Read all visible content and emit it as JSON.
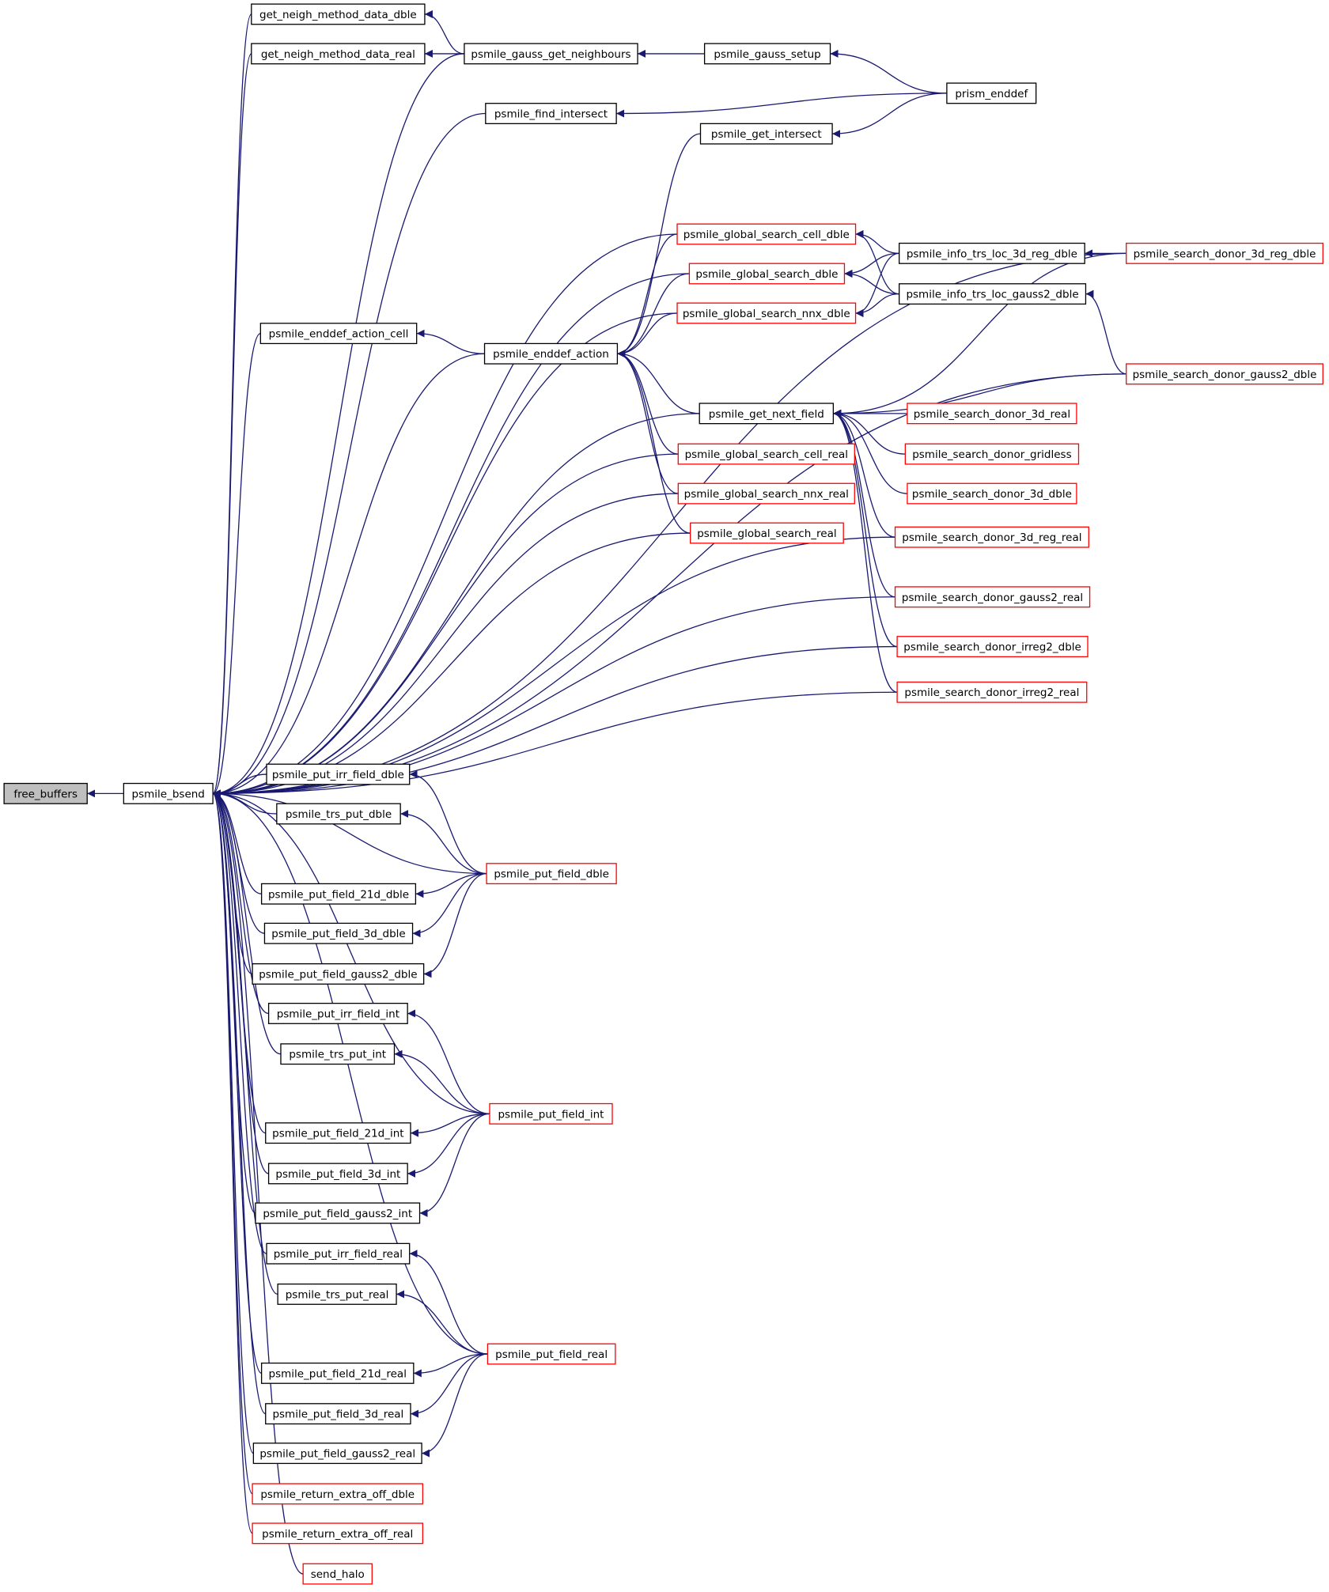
{
  "colors": {
    "edge": "#191970",
    "node_border_normal": "#000000",
    "node_border_red": "#ff0000",
    "node_fill_focus": "#bfbfbf",
    "node_fill": "#ffffff",
    "text": "#000000"
  },
  "nodes": {
    "free_buffers": {
      "label": "free_buffers",
      "style": "focus"
    },
    "psmile_bsend": {
      "label": "psmile_bsend",
      "style": "normal"
    },
    "get_neigh_method_data_dble": {
      "label": "get_neigh_method_data_dble",
      "style": "normal"
    },
    "get_neigh_method_data_real": {
      "label": "get_neigh_method_data_real",
      "style": "normal"
    },
    "psmile_gauss_get_neighbours": {
      "label": "psmile_gauss_get_neighbours",
      "style": "normal"
    },
    "psmile_gauss_setup": {
      "label": "psmile_gauss_setup",
      "style": "normal"
    },
    "prism_enddef": {
      "label": "prism_enddef",
      "style": "normal"
    },
    "psmile_find_intersect": {
      "label": "psmile_find_intersect",
      "style": "normal"
    },
    "psmile_get_intersect": {
      "label": "psmile_get_intersect",
      "style": "normal"
    },
    "psmile_global_search_cell_dble": {
      "label": "psmile_global_search_cell_dble",
      "style": "red"
    },
    "psmile_global_search_dble": {
      "label": "psmile_global_search_dble",
      "style": "red"
    },
    "psmile_global_search_nnx_dble": {
      "label": "psmile_global_search_nnx_dble",
      "style": "red"
    },
    "psmile_info_trs_loc_3d_reg_dble": {
      "label": "psmile_info_trs_loc_3d_reg_dble",
      "style": "normal"
    },
    "psmile_info_trs_loc_gauss2_dble": {
      "label": "psmile_info_trs_loc_gauss2_dble",
      "style": "normal"
    },
    "psmile_search_donor_3d_reg_dble": {
      "label": "psmile_search_donor_3d_reg_dble",
      "style": "red"
    },
    "psmile_search_donor_gauss2_dble": {
      "label": "psmile_search_donor_gauss2_dble",
      "style": "red"
    },
    "psmile_enddef_action_cell": {
      "label": "psmile_enddef_action_cell",
      "style": "normal"
    },
    "psmile_enddef_action": {
      "label": "psmile_enddef_action",
      "style": "normal"
    },
    "psmile_get_next_field": {
      "label": "psmile_get_next_field",
      "style": "normal"
    },
    "psmile_search_donor_3d_real": {
      "label": "psmile_search_donor_3d_real",
      "style": "red"
    },
    "psmile_search_donor_gridless": {
      "label": "psmile_search_donor_gridless",
      "style": "red"
    },
    "psmile_search_donor_3d_dble": {
      "label": "psmile_search_donor_3d_dble",
      "style": "red"
    },
    "psmile_global_search_cell_real": {
      "label": "psmile_global_search_cell_real",
      "style": "red"
    },
    "psmile_global_search_nnx_real": {
      "label": "psmile_global_search_nnx_real",
      "style": "red"
    },
    "psmile_global_search_real": {
      "label": "psmile_global_search_real",
      "style": "red"
    },
    "psmile_search_donor_3d_reg_real": {
      "label": "psmile_search_donor_3d_reg_real",
      "style": "red"
    },
    "psmile_search_donor_gauss2_real": {
      "label": "psmile_search_donor_gauss2_real",
      "style": "red"
    },
    "psmile_search_donor_irreg2_dble": {
      "label": "psmile_search_donor_irreg2_dble",
      "style": "red"
    },
    "psmile_search_donor_irreg2_real": {
      "label": "psmile_search_donor_irreg2_real",
      "style": "red"
    },
    "psmile_put_irr_field_dble": {
      "label": "psmile_put_irr_field_dble",
      "style": "normal"
    },
    "psmile_trs_put_dble": {
      "label": "psmile_trs_put_dble",
      "style": "normal"
    },
    "psmile_put_field_dble": {
      "label": "psmile_put_field_dble",
      "style": "red"
    },
    "psmile_put_field_21d_dble": {
      "label": "psmile_put_field_21d_dble",
      "style": "normal"
    },
    "psmile_put_field_3d_dble": {
      "label": "psmile_put_field_3d_dble",
      "style": "normal"
    },
    "psmile_put_field_gauss2_dble": {
      "label": "psmile_put_field_gauss2_dble",
      "style": "normal"
    },
    "psmile_put_irr_field_int": {
      "label": "psmile_put_irr_field_int",
      "style": "normal"
    },
    "psmile_trs_put_int": {
      "label": "psmile_trs_put_int",
      "style": "normal"
    },
    "psmile_put_field_int": {
      "label": "psmile_put_field_int",
      "style": "red"
    },
    "psmile_put_field_21d_int": {
      "label": "psmile_put_field_21d_int",
      "style": "normal"
    },
    "psmile_put_field_3d_int": {
      "label": "psmile_put_field_3d_int",
      "style": "normal"
    },
    "psmile_put_field_gauss2_int": {
      "label": "psmile_put_field_gauss2_int",
      "style": "normal"
    },
    "psmile_put_irr_field_real": {
      "label": "psmile_put_irr_field_real",
      "style": "normal"
    },
    "psmile_trs_put_real": {
      "label": "psmile_trs_put_real",
      "style": "normal"
    },
    "psmile_put_field_real": {
      "label": "psmile_put_field_real",
      "style": "red"
    },
    "psmile_put_field_21d_real": {
      "label": "psmile_put_field_21d_real",
      "style": "normal"
    },
    "psmile_put_field_3d_real": {
      "label": "psmile_put_field_3d_real",
      "style": "normal"
    },
    "psmile_put_field_gauss2_real": {
      "label": "psmile_put_field_gauss2_real",
      "style": "normal"
    },
    "psmile_return_extra_off_dble": {
      "label": "psmile_return_extra_off_dble",
      "style": "red"
    },
    "psmile_return_extra_off_real": {
      "label": "psmile_return_extra_off_real",
      "style": "red"
    },
    "send_halo": {
      "label": "send_halo",
      "style": "red"
    }
  },
  "edges": [
    [
      "psmile_bsend",
      "free_buffers"
    ],
    [
      "get_neigh_method_data_dble",
      "psmile_bsend"
    ],
    [
      "get_neigh_method_data_real",
      "psmile_bsend"
    ],
    [
      "psmile_gauss_get_neighbours",
      "psmile_bsend"
    ],
    [
      "psmile_find_intersect",
      "psmile_bsend"
    ],
    [
      "psmile_search_donor_3d_reg_dble",
      "psmile_bsend"
    ],
    [
      "psmile_global_search_cell_dble",
      "psmile_bsend"
    ],
    [
      "psmile_global_search_dble",
      "psmile_bsend"
    ],
    [
      "psmile_global_search_nnx_dble",
      "psmile_bsend"
    ],
    [
      "psmile_enddef_action_cell",
      "psmile_bsend"
    ],
    [
      "psmile_enddef_action",
      "psmile_bsend"
    ],
    [
      "psmile_get_next_field",
      "psmile_bsend"
    ],
    [
      "psmile_global_search_cell_real",
      "psmile_bsend"
    ],
    [
      "psmile_global_search_nnx_real",
      "psmile_bsend"
    ],
    [
      "psmile_global_search_real",
      "psmile_bsend"
    ],
    [
      "psmile_search_donor_3d_reg_real",
      "psmile_bsend"
    ],
    [
      "psmile_search_donor_gauss2_real",
      "psmile_bsend"
    ],
    [
      "psmile_search_donor_irreg2_dble",
      "psmile_bsend"
    ],
    [
      "psmile_search_donor_irreg2_real",
      "psmile_bsend"
    ],
    [
      "psmile_search_donor_gauss2_dble",
      "psmile_bsend"
    ],
    [
      "psmile_put_irr_field_dble",
      "psmile_bsend"
    ],
    [
      "psmile_trs_put_dble",
      "psmile_bsend"
    ],
    [
      "psmile_put_field_dble",
      "psmile_bsend"
    ],
    [
      "psmile_put_field_21d_dble",
      "psmile_bsend"
    ],
    [
      "psmile_put_field_3d_dble",
      "psmile_bsend"
    ],
    [
      "psmile_put_field_gauss2_dble",
      "psmile_bsend"
    ],
    [
      "psmile_put_irr_field_int",
      "psmile_bsend"
    ],
    [
      "psmile_trs_put_int",
      "psmile_bsend"
    ],
    [
      "psmile_put_field_int",
      "psmile_bsend"
    ],
    [
      "psmile_put_field_21d_int",
      "psmile_bsend"
    ],
    [
      "psmile_put_field_3d_int",
      "psmile_bsend"
    ],
    [
      "psmile_put_field_gauss2_int",
      "psmile_bsend"
    ],
    [
      "psmile_put_irr_field_real",
      "psmile_bsend"
    ],
    [
      "psmile_trs_put_real",
      "psmile_bsend"
    ],
    [
      "psmile_put_field_real",
      "psmile_bsend"
    ],
    [
      "psmile_put_field_21d_real",
      "psmile_bsend"
    ],
    [
      "psmile_put_field_3d_real",
      "psmile_bsend"
    ],
    [
      "psmile_put_field_gauss2_real",
      "psmile_bsend"
    ],
    [
      "psmile_return_extra_off_dble",
      "psmile_bsend"
    ],
    [
      "psmile_return_extra_off_real",
      "psmile_bsend"
    ],
    [
      "send_halo",
      "psmile_bsend"
    ],
    [
      "psmile_gauss_get_neighbours",
      "get_neigh_method_data_dble"
    ],
    [
      "psmile_gauss_get_neighbours",
      "get_neigh_method_data_real"
    ],
    [
      "psmile_gauss_setup",
      "psmile_gauss_get_neighbours"
    ],
    [
      "prism_enddef",
      "psmile_gauss_setup"
    ],
    [
      "prism_enddef",
      "psmile_find_intersect"
    ],
    [
      "prism_enddef",
      "psmile_get_intersect"
    ],
    [
      "psmile_get_intersect",
      "psmile_enddef_action"
    ],
    [
      "psmile_global_search_cell_dble",
      "psmile_enddef_action"
    ],
    [
      "psmile_global_search_dble",
      "psmile_enddef_action"
    ],
    [
      "psmile_global_search_nnx_dble",
      "psmile_enddef_action"
    ],
    [
      "psmile_enddef_action",
      "psmile_enddef_action_cell"
    ],
    [
      "psmile_get_next_field",
      "psmile_enddef_action"
    ],
    [
      "psmile_global_search_cell_real",
      "psmile_enddef_action"
    ],
    [
      "psmile_global_search_nnx_real",
      "psmile_enddef_action"
    ],
    [
      "psmile_global_search_real",
      "psmile_enddef_action"
    ],
    [
      "psmile_info_trs_loc_3d_reg_dble",
      "psmile_global_search_cell_dble"
    ],
    [
      "psmile_info_trs_loc_gauss2_dble",
      "psmile_global_search_cell_dble"
    ],
    [
      "psmile_info_trs_loc_3d_reg_dble",
      "psmile_global_search_dble"
    ],
    [
      "psmile_info_trs_loc_gauss2_dble",
      "psmile_global_search_dble"
    ],
    [
      "psmile_info_trs_loc_3d_reg_dble",
      "psmile_global_search_nnx_dble"
    ],
    [
      "psmile_info_trs_loc_gauss2_dble",
      "psmile_global_search_nnx_dble"
    ],
    [
      "psmile_search_donor_3d_reg_dble",
      "psmile_info_trs_loc_3d_reg_dble"
    ],
    [
      "psmile_search_donor_gauss2_dble",
      "psmile_info_trs_loc_gauss2_dble"
    ],
    [
      "psmile_search_donor_3d_reg_dble",
      "psmile_get_next_field"
    ],
    [
      "psmile_search_donor_gauss2_dble",
      "psmile_get_next_field"
    ],
    [
      "psmile_search_donor_3d_real",
      "psmile_get_next_field"
    ],
    [
      "psmile_search_donor_gridless",
      "psmile_get_next_field"
    ],
    [
      "psmile_search_donor_3d_dble",
      "psmile_get_next_field"
    ],
    [
      "psmile_search_donor_3d_reg_real",
      "psmile_get_next_field"
    ],
    [
      "psmile_search_donor_gauss2_real",
      "psmile_get_next_field"
    ],
    [
      "psmile_search_donor_irreg2_dble",
      "psmile_get_next_field"
    ],
    [
      "psmile_search_donor_irreg2_real",
      "psmile_get_next_field"
    ],
    [
      "psmile_put_field_dble",
      "psmile_put_irr_field_dble"
    ],
    [
      "psmile_put_field_dble",
      "psmile_trs_put_dble"
    ],
    [
      "psmile_put_field_dble",
      "psmile_put_field_21d_dble"
    ],
    [
      "psmile_put_field_dble",
      "psmile_put_field_3d_dble"
    ],
    [
      "psmile_put_field_dble",
      "psmile_put_field_gauss2_dble"
    ],
    [
      "psmile_put_field_int",
      "psmile_put_irr_field_int"
    ],
    [
      "psmile_put_field_int",
      "psmile_trs_put_int"
    ],
    [
      "psmile_put_field_int",
      "psmile_put_field_21d_int"
    ],
    [
      "psmile_put_field_int",
      "psmile_put_field_3d_int"
    ],
    [
      "psmile_put_field_int",
      "psmile_put_field_gauss2_int"
    ],
    [
      "psmile_put_field_real",
      "psmile_put_irr_field_real"
    ],
    [
      "psmile_put_field_real",
      "psmile_trs_put_real"
    ],
    [
      "psmile_put_field_real",
      "psmile_put_field_21d_real"
    ],
    [
      "psmile_put_field_real",
      "psmile_put_field_3d_real"
    ],
    [
      "psmile_put_field_real",
      "psmile_put_field_gauss2_real"
    ]
  ]
}
